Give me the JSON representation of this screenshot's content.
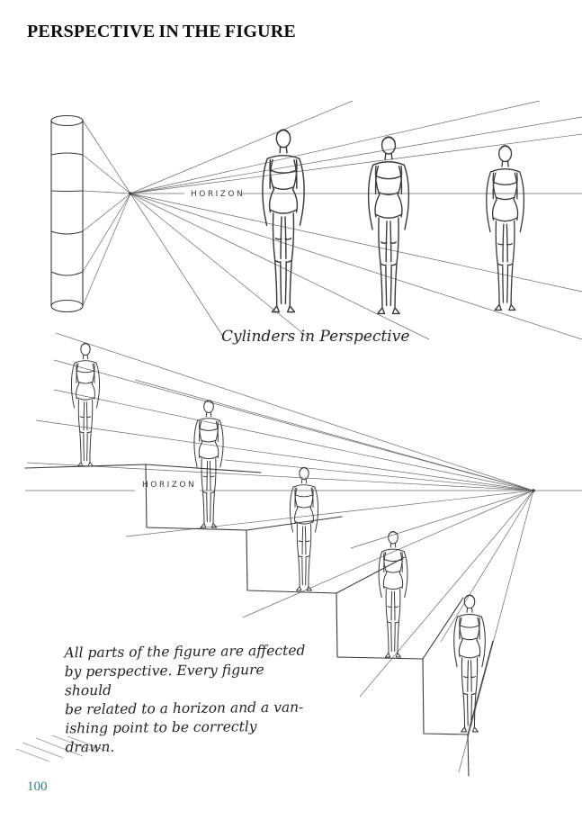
{
  "page": {
    "title": "PERSPECTIVE IN THE FIGURE",
    "page_number": "100"
  },
  "colors": {
    "ink": "#3a3a3c",
    "page_number_teal": "#2b7d90",
    "paper": "#ffffff"
  },
  "top_illustration": {
    "caption": "Cylinders in Perspective",
    "horizon_label": "HORIZON"
  },
  "bottom_illustration": {
    "horizon_label": "HORIZON",
    "annotation_lines": [
      "All parts of the figure are affected",
      "by perspective. Every figure should",
      "be related to a horizon and a van-",
      "ishing point to be correctly drawn."
    ]
  }
}
